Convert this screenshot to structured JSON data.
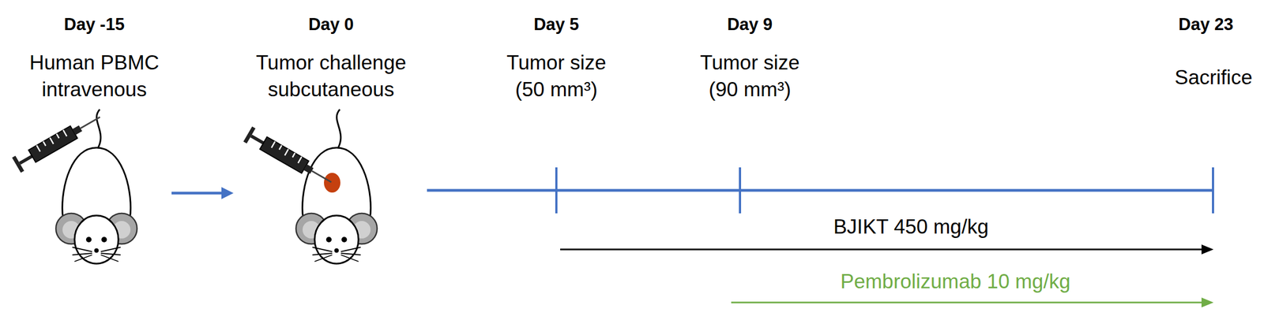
{
  "diagram": {
    "labels": [
      "Day -15",
      "Human PBMC intravenous",
      "Day 0",
      "Tumor challenge subcutaneous",
      "Day 5",
      "Tumor size (50 mm³)",
      "Day 9",
      "Tumor size (90 mm³)",
      "Day 23",
      "Sacrifice",
      "BJIKT 450 mg/kg",
      "Pembrolizumab 10 mg/kg"
    ]
  }
}
